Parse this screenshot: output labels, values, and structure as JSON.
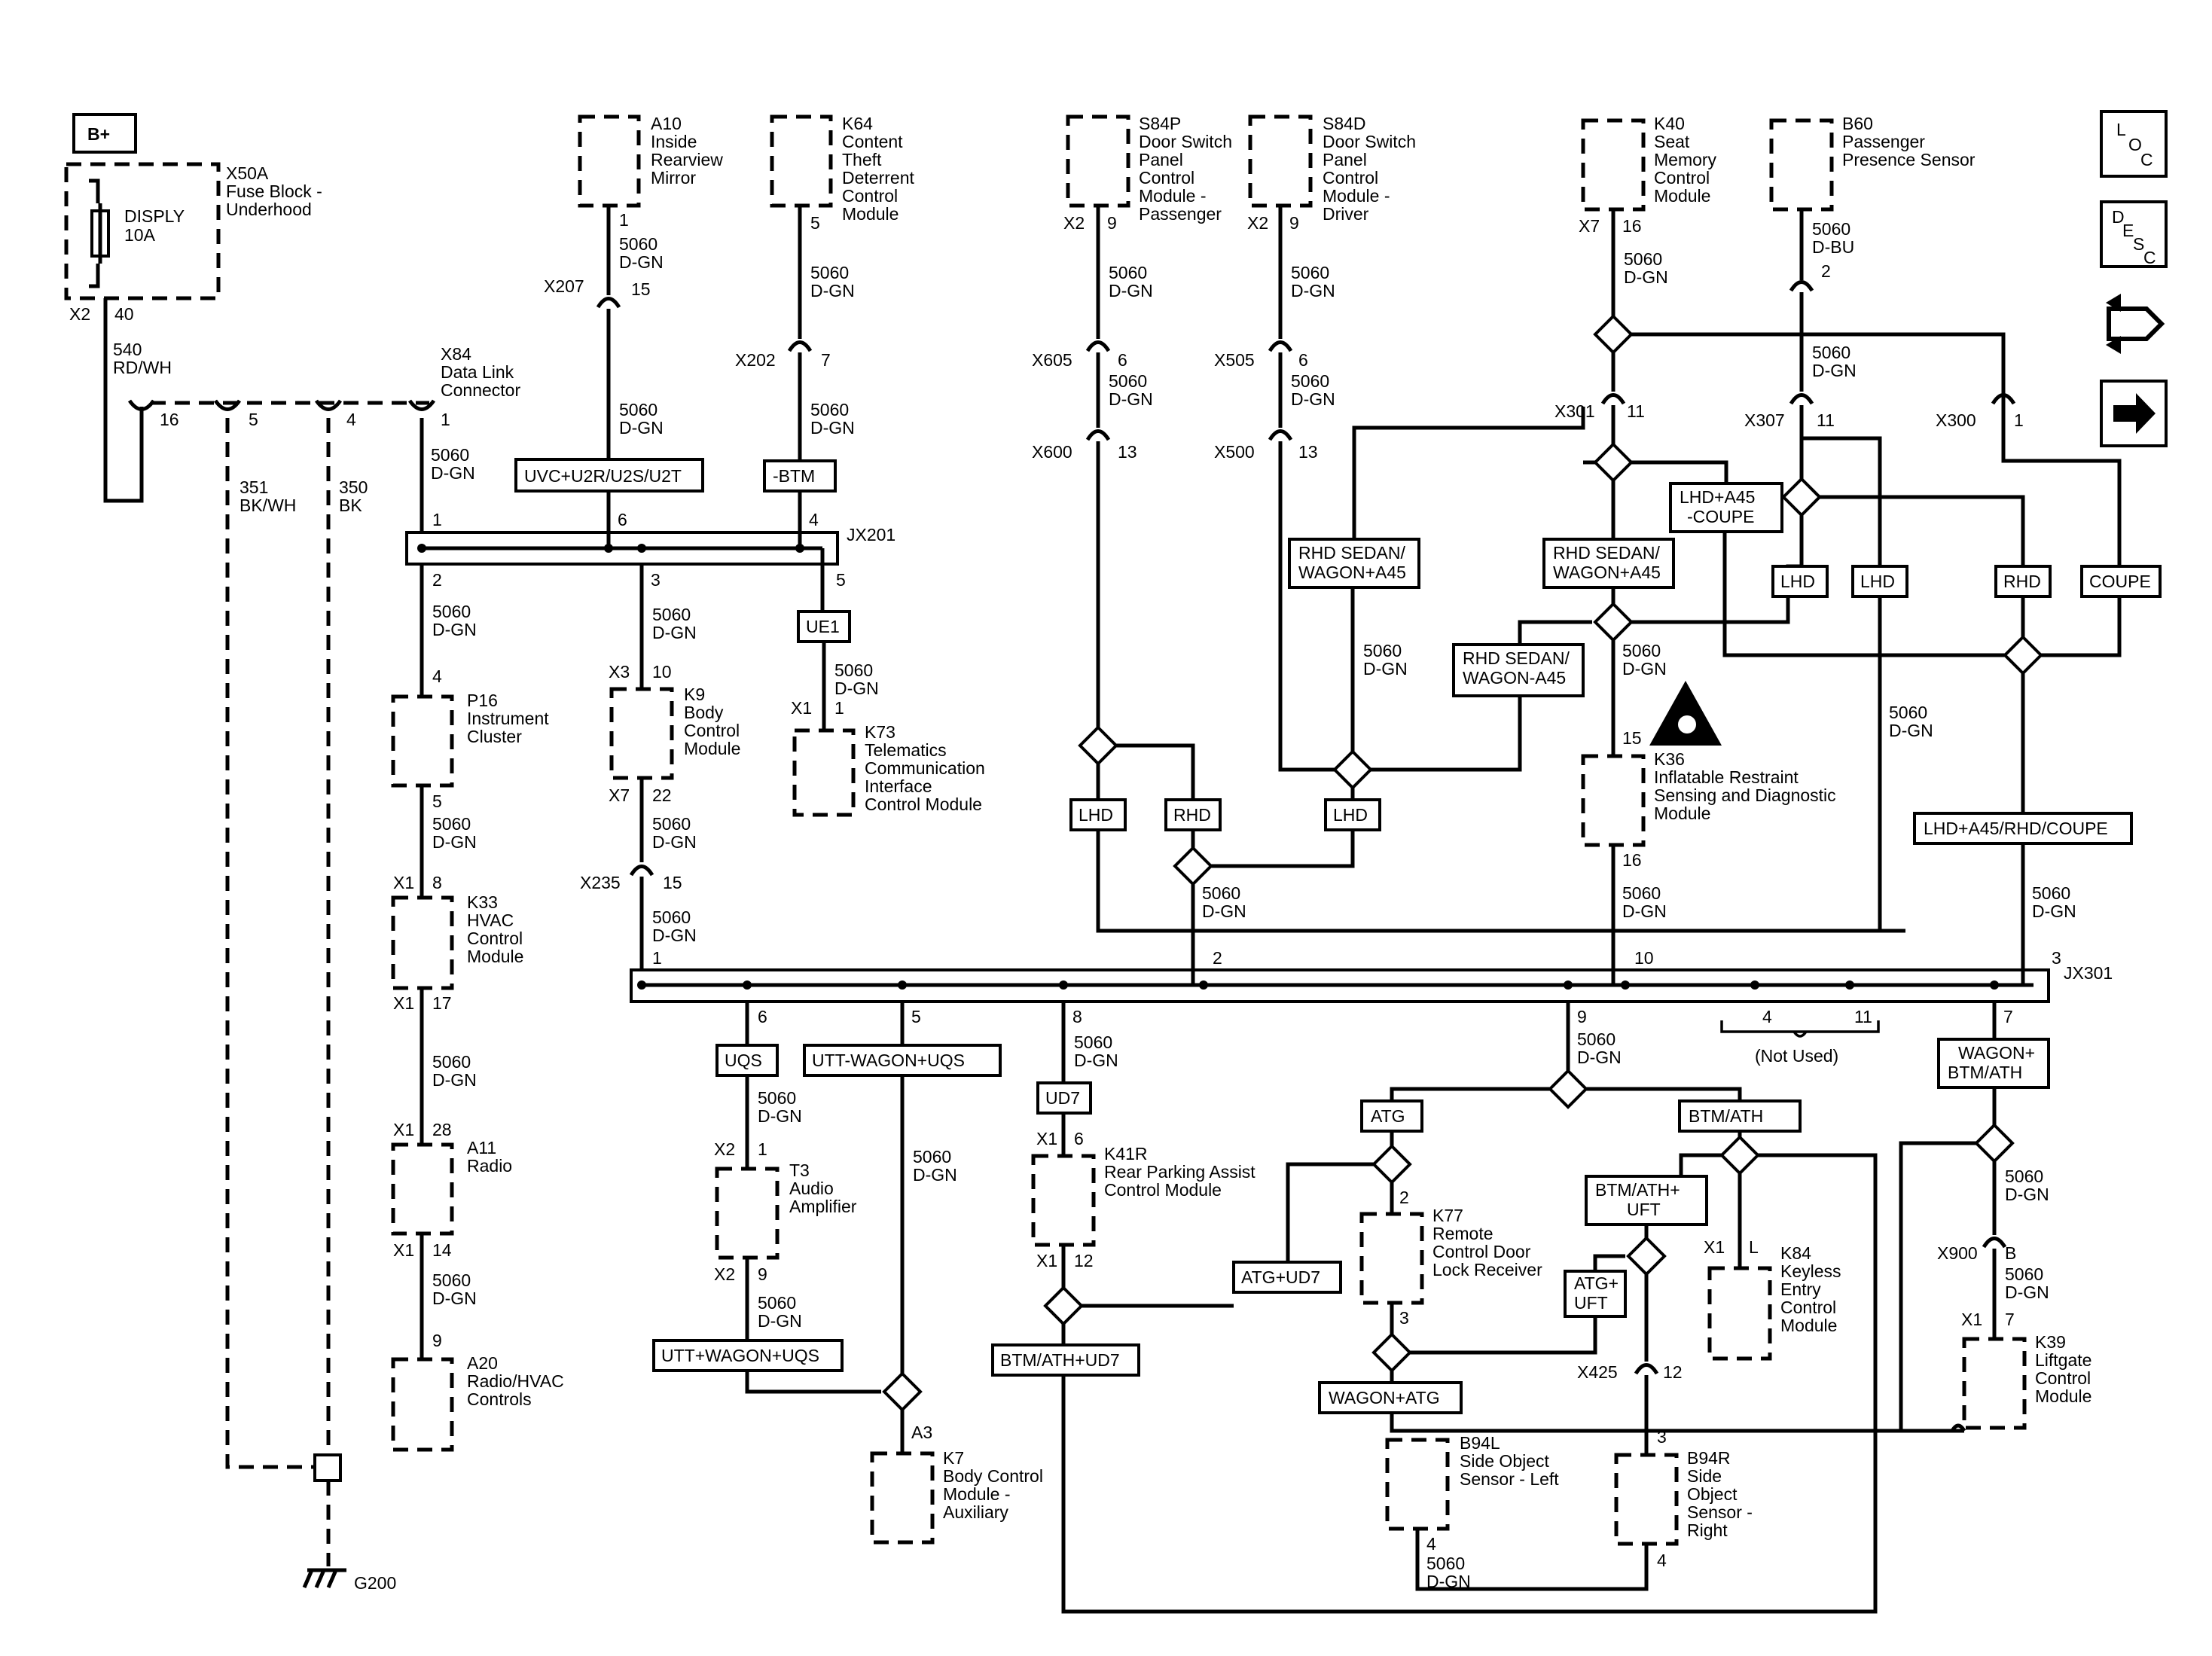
{
  "power": {
    "label": "B+"
  },
  "icons": {
    "loc": [
      "L",
      "O",
      "C"
    ],
    "desc": [
      "D",
      "E",
      "S",
      "C"
    ],
    "wrench": "wrench-icon",
    "arrow": "arrow-right-icon"
  },
  "fuse": {
    "id": "X50A",
    "desc": [
      "Fuse Block -",
      "Underhood"
    ],
    "fuse_label": "DISPLY",
    "fuse_rating": "10A",
    "conn": "X2",
    "pin": "40",
    "wire": [
      "540",
      "RD/WH"
    ]
  },
  "dlc": {
    "id": "X84",
    "desc": [
      "Data Link",
      "Connector"
    ],
    "pins": [
      "16",
      "5",
      "4",
      "1"
    ],
    "wire": [
      "5060",
      "D-GN"
    ]
  },
  "ground_wires": {
    "w351": [
      "351",
      "BK/WH"
    ],
    "w350": [
      "350",
      "BK"
    ],
    "ground": "G200"
  },
  "modules": {
    "a10": {
      "id": "A10",
      "desc": [
        "Inside",
        "Rearview",
        "Mirror"
      ],
      "pin": "1",
      "wire": [
        "5060",
        "D-GN"
      ],
      "conn": "X207",
      "cpin": "15",
      "wire2": [
        "5060",
        "D-GN"
      ]
    },
    "k64": {
      "id": "K64",
      "desc": [
        "Content",
        "Theft",
        "Deterrent",
        "Control",
        "Module"
      ],
      "pin": "5",
      "wire": [
        "5060",
        "D-GN"
      ],
      "conn": "X202",
      "cpin": "7",
      "wire2": [
        "5060",
        "D-GN"
      ]
    },
    "s84p": {
      "id": "S84P",
      "desc": [
        "Door Switch",
        "Panel",
        "Control",
        "Module -",
        "Passenger"
      ],
      "conn": "X2",
      "pin": "9",
      "wire": [
        "5060",
        "D-GN"
      ],
      "conn2": "X605",
      "cpin2": "6",
      "wire2": [
        "5060",
        "D-GN"
      ],
      "conn3": "X600",
      "cpin3": "13"
    },
    "s84d": {
      "id": "S84D",
      "desc": [
        "Door Switch",
        "Panel",
        "Control",
        "Module -",
        "Driver"
      ],
      "conn": "X2",
      "pin": "9",
      "wire": [
        "5060",
        "D-GN"
      ],
      "conn2": "X505",
      "cpin2": "6",
      "wire2": [
        "5060",
        "D-GN"
      ],
      "conn3": "X500",
      "cpin3": "13"
    },
    "k40": {
      "id": "K40",
      "desc": [
        "Seat",
        "Memory",
        "Control",
        "Module"
      ],
      "conn": "X7",
      "pin": "16",
      "wire": [
        "5060",
        "D-GN"
      ],
      "conn2": "X301",
      "cpin2": "11"
    },
    "b60": {
      "id": "B60",
      "desc": [
        "Passenger",
        "Presence Sensor"
      ],
      "wire": [
        "5060",
        "D-BU"
      ],
      "pin": "2",
      "wire2": [
        "5060",
        "D-GN"
      ],
      "conn2": "X307",
      "cpin2": "11",
      "conn3": "X300",
      "cpin3": "1"
    },
    "p16": {
      "id": "P16",
      "desc": [
        "Instrument",
        "Cluster"
      ],
      "pin_top": "4",
      "pin_bot": "5",
      "wire": [
        "5060",
        "D-GN"
      ]
    },
    "k33": {
      "id": "K33",
      "desc": [
        "HVAC",
        "Control",
        "Module"
      ],
      "conn": "X1",
      "pin_top": "8",
      "pin_bot": "17",
      "wire": [
        "5060",
        "D-GN"
      ]
    },
    "a11": {
      "id": "A11",
      "desc": [
        "Radio"
      ],
      "conn": "X1",
      "pin_top": "28",
      "pin_bot": "14",
      "wire": [
        "5060",
        "D-GN"
      ]
    },
    "a20": {
      "id": "A20",
      "desc": [
        "Radio/HVAC",
        "Controls"
      ],
      "pin_top": "9"
    },
    "k9": {
      "id": "K9",
      "desc": [
        "Body",
        "Control",
        "Module"
      ],
      "conn": "X3",
      "pin_top": "10",
      "conn2": "X7",
      "pin_bot": "22",
      "wire": [
        "5060",
        "D-GN"
      ],
      "conn3": "X235",
      "cpin3": "15",
      "wire2": [
        "5060",
        "D-GN"
      ]
    },
    "k73": {
      "id": "K73",
      "desc": [
        "Telematics",
        "Communication",
        "Interface",
        "Control Module"
      ],
      "conn": "X1",
      "pin": "1",
      "wire": [
        "5060",
        "D-GN"
      ]
    },
    "k36": {
      "id": "K36",
      "desc": [
        "Inflatable Restraint",
        "Sensing and Diagnostic",
        "Module"
      ],
      "pin_top": "15",
      "pin_bot": "16",
      "wire": [
        "5060",
        "D-GN"
      ]
    },
    "t3": {
      "id": "T3",
      "desc": [
        "Audio",
        "Amplifier"
      ],
      "conn": "X2",
      "pin_top": "1",
      "pin_bot": "9",
      "wire": [
        "5060",
        "D-GN"
      ]
    },
    "k7": {
      "id": "K7",
      "desc": [
        "Body Control",
        "Module -",
        "Auxiliary"
      ],
      "pin": "A3"
    },
    "k41r": {
      "id": "K41R",
      "desc": [
        "Rear Parking Assist",
        "Control Module"
      ],
      "conn": "X1",
      "pin_top": "6",
      "pin_bot": "12"
    },
    "k77": {
      "id": "K77",
      "desc": [
        "Remote",
        "Control Door",
        "Lock Receiver"
      ],
      "pin_top": "2",
      "pin_bot": "3"
    },
    "k84": {
      "id": "K84",
      "desc": [
        "Keyless",
        "Entry",
        "Control",
        "Module"
      ],
      "conn": "X1",
      "pin": "L"
    },
    "k39": {
      "id": "K39",
      "desc": [
        "Liftgate",
        "Control",
        "Module"
      ],
      "conn": "X1",
      "pin": "7",
      "wire": [
        "5060",
        "D-GN"
      ],
      "conn2": "X900",
      "cpin2": "B",
      "wire2": [
        "5060",
        "D-GN"
      ]
    },
    "b94l": {
      "id": "B94L",
      "desc": [
        "Side Object",
        "Sensor - Left"
      ],
      "pin": "4",
      "wire": [
        "5060",
        "D-GN"
      ]
    },
    "b94r": {
      "id": "B94R",
      "desc": [
        "Side",
        "Object",
        "Sensor -",
        "Right"
      ],
      "pin_top": "3",
      "pin_bot": "4",
      "conn": "X425",
      "cpin": "12"
    }
  },
  "option_boxes": {
    "uvc": "UVC+U2R/U2S/U2T",
    "btm": "-BTM",
    "ue1": "UE1",
    "rhd_sedan_wagon_a45_left": [
      "RHD SEDAN/",
      "WAGON+A45"
    ],
    "rhd_sedan_wagon_a45_right": [
      "RHD SEDAN/",
      "WAGON+A45"
    ],
    "rhd_sedan_wagon_minus_a45": [
      "RHD SEDAN/",
      "WAGON-A45"
    ],
    "lhd_a45_coupe": [
      "LHD+A45",
      "-COUPE"
    ],
    "lhd1": "LHD",
    "lhd2": "LHD",
    "rhd1": "RHD",
    "coupe": "COUPE",
    "lhd_door_p": "LHD",
    "rhd_door_p": "RHD",
    "lhd_door_d": "LHD",
    "lhd_a45_rhd_coupe": "LHD+A45/RHD/COUPE",
    "uqs": "UQS",
    "utt_wagon": "UTT-WAGON+UQS",
    "ud7": "UD7",
    "atg": "ATG",
    "btm_ath": "BTM/ATH",
    "wagon_btm_ath": [
      "WAGON+",
      "BTM/ATH"
    ],
    "btm_ath_uft": [
      "BTM/ATH+",
      "UFT"
    ],
    "atg_uft": [
      "ATG+",
      "UFT"
    ],
    "atg_ud7": "ATG+UD7",
    "utt_wagon_uqs": "UTT+WAGON+UQS",
    "btm_ath_ud7": "BTM/ATH+UD7",
    "wagon_atg": "WAGON+ATG"
  },
  "splices": {
    "jx201": {
      "id": "JX201",
      "pins": [
        "1",
        "6",
        "4",
        "2",
        "3",
        "5"
      ]
    },
    "jx301": {
      "id": "JX301",
      "pins": [
        "1",
        "2",
        "10",
        "3",
        "6",
        "5",
        "8",
        "9",
        "4",
        "11",
        "7"
      ],
      "not_used": "(Not Used)"
    }
  },
  "wire_labels": {
    "jx201_p2": [
      "5060",
      "D-GN"
    ],
    "jx201_p3": [
      "5060",
      "D-GN"
    ],
    "k36_side": [
      "5060",
      "D-GN"
    ],
    "rhd_left": [
      "5060",
      "D-GN"
    ],
    "diamond_k40": [
      "5060",
      "D-GN"
    ],
    "jx301_2": [
      "5060",
      "D-GN"
    ],
    "jx301_10": [
      "5060",
      "D-GN"
    ],
    "jx301_3": [
      "5060",
      "D-GN"
    ],
    "jx301_8": [
      "5060",
      "D-GN"
    ],
    "jx301_9": [
      "5060",
      "D-GN"
    ],
    "right_col": [
      "5060",
      "D-GN"
    ],
    "utt_wire": [
      "5060",
      "D-GN"
    ]
  }
}
